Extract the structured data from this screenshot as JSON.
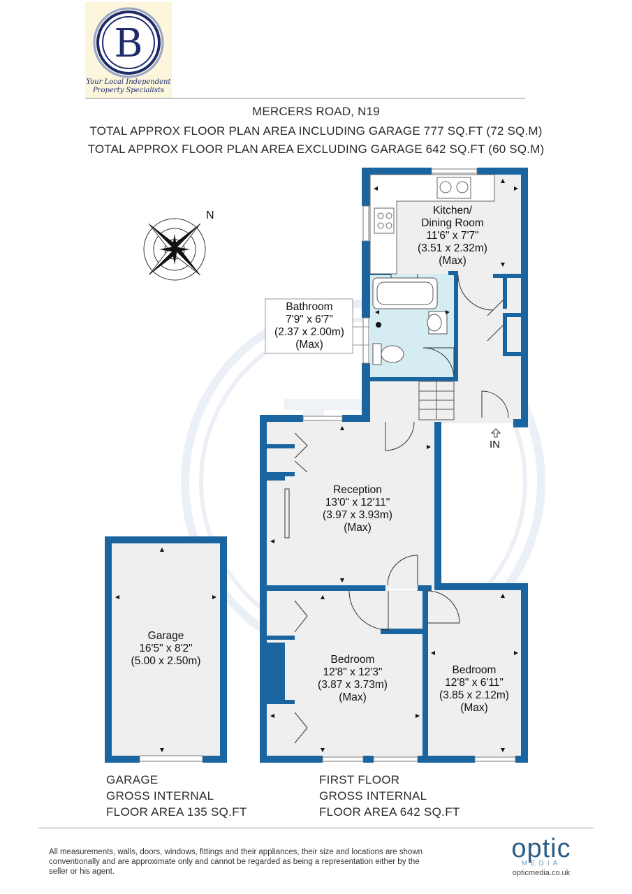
{
  "brand": {
    "letter": "B",
    "tagline_line1": "Your Local Independent",
    "tagline_line2": "Property Specialists",
    "navy": "#1e2a6b",
    "logo_bg": "#fbf6dc"
  },
  "header": {
    "address": "MERCERS ROAD, N19",
    "area_including": "TOTAL APPROX FLOOR PLAN AREA INCLUDING GARAGE 777 SQ.FT (72 SQ.M)",
    "area_excluding": "TOTAL APPROX FLOOR PLAN AREA EXCLUDING GARAGE 642 SQ.FT (60 SQ.M)"
  },
  "compass": {
    "north": "N",
    "icon": "compass-rose-icon"
  },
  "rooms": {
    "kitchen": {
      "name1": "Kitchen/",
      "name2": "Dining Room",
      "imperial": "11'6\" x 7'7\"",
      "metric": "(3.51 x 2.32m)",
      "note": "(Max)"
    },
    "bathroom": {
      "name": "Bathroom",
      "imperial": "7'9\" x 6'7\"",
      "metric": "(2.37 x 2.00m)",
      "note": "(Max)"
    },
    "reception": {
      "name": "Reception",
      "imperial": "13'0\" x 12'11\"",
      "metric": "(3.97 x 3.93m)",
      "note": "(Max)"
    },
    "garage": {
      "name": "Garage",
      "imperial": "16'5\" x 8'2\"",
      "metric": "(5.00 x 2.50m)"
    },
    "bedroom1": {
      "name": "Bedroom",
      "imperial": "12'8\" x 12'3\"",
      "metric": "(3.87 x 3.73m)",
      "note": "(Max)"
    },
    "bedroom2": {
      "name": "Bedroom",
      "imperial": "12'8\" x 6'11\"",
      "metric": "(3.85 x 2.12m)",
      "note": "(Max)"
    }
  },
  "entrance": {
    "label": "IN"
  },
  "floor_areas": {
    "garage": {
      "line1": "GARAGE",
      "line2": "GROSS INTERNAL",
      "line3": "FLOOR AREA 135 SQ.FT"
    },
    "first_floor": {
      "line1": "FIRST FLOOR",
      "line2": "GROSS INTERNAL",
      "line3": "FLOOR AREA 642 SQ.FT"
    }
  },
  "footer": {
    "disclaimer": "All measurements, walls, doors, windows, fittings and their appliances, their size and locations are shown conventionally and are approximate only and cannot be regarded as being a representation either by the seller or his agent.",
    "optic_word": "optic",
    "optic_media": "MEDIA",
    "optic_url": "opticmedia.co.uk"
  },
  "colors": {
    "wall": "#1a65a0",
    "floor": "#efefef",
    "bath_fill": "#d6ecf3",
    "watermark": "#dbe4ef"
  }
}
